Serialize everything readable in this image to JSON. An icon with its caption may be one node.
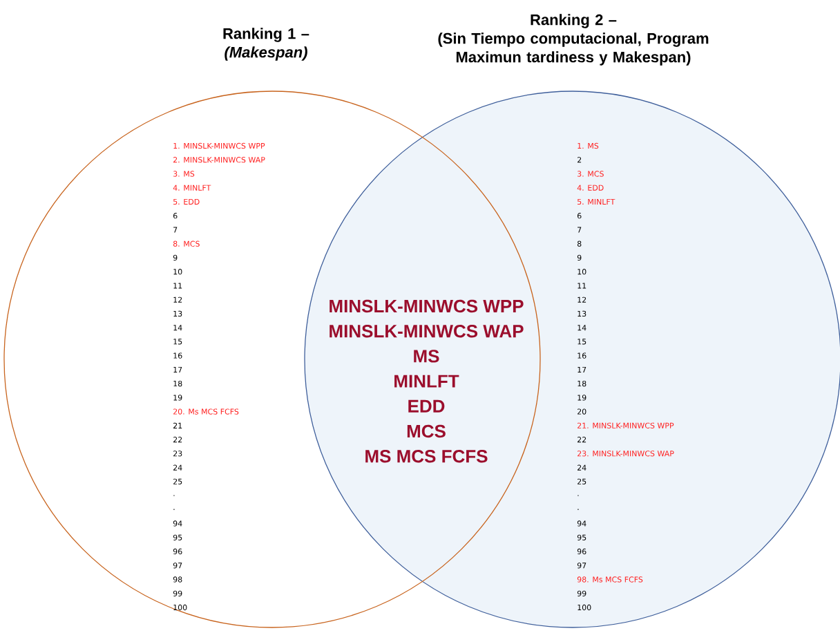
{
  "diagram": {
    "nodes": [
      {
        "text": [
          "Ranking 1 –",
          "(Makespan)"
        ]
      },
      {
        "text": [
          "Ranking 2 –",
          "(Sin Tiempo computacional, Program Maximun tardiness y Makespan)"
        ]
      }
    ],
    "labels": [
      "1. MINSLK-MINWCS WPP",
      "2. MINSLK-MINWCS WAP",
      "3. MS",
      "4. MINLFT",
      "5. EDD",
      "6",
      "7",
      "8. MCS",
      "9",
      "10",
      "11",
      "12",
      "13",
      "14",
      "15",
      "16",
      "17",
      "18",
      "19",
      "20. Ms MCS FCFS",
      "21",
      "22",
      "23",
      "24",
      "25",
      ".",
      ".",
      "94",
      "95",
      "96",
      "97",
      "98",
      "99",
      "100",
      "MINSLK-MINWCS WPP",
      "MINSLK-MINWCS WAP",
      "MS",
      "MINLFT",
      "EDD",
      "MCS",
      "MS MCS FCFS",
      "1. MS",
      "2",
      "3. MCS",
      "4. EDD",
      "5. MINLFT",
      "6",
      "7",
      "8",
      "9",
      "10",
      "11",
      "12",
      "13",
      "14",
      "15",
      "16",
      "17",
      "18",
      "19",
      "20",
      "21. MINSLK-MINWCS WPP",
      "22",
      "23. MINSLK-MINWCS WAP",
      "24",
      "25",
      ".",
      ".",
      "94",
      "95",
      "96",
      "97",
      "98. Ms MCS FCFS",
      "99",
      "100"
    ]
  }
}
